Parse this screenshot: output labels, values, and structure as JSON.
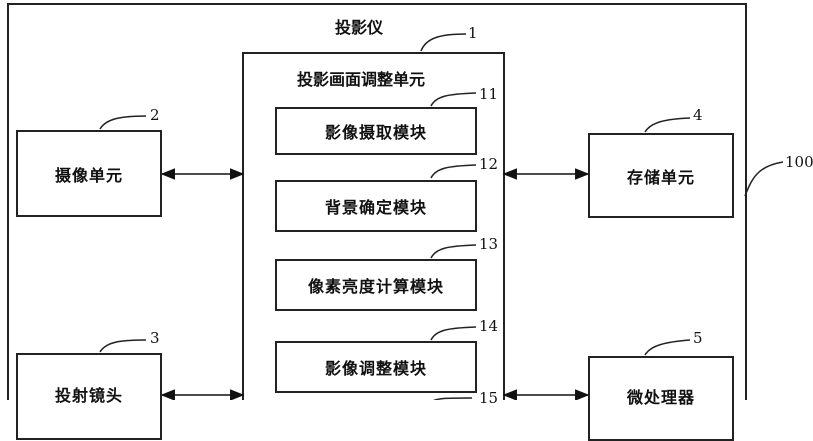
{
  "system": {
    "label": "投影仪",
    "ref": "100"
  },
  "projector": {
    "ref": "1",
    "title": "投影画面调整单元"
  },
  "modules": [
    {
      "ref": "11",
      "label": "影像摄取模块"
    },
    {
      "ref": "12",
      "label": "背景确定模块"
    },
    {
      "ref": "13",
      "label": "像素亮度计算模块"
    },
    {
      "ref": "14",
      "label": "影像调整模块"
    },
    {
      "ref": "15",
      "label": ""
    }
  ],
  "camera": {
    "ref": "2",
    "label": "摄像单元"
  },
  "lens": {
    "ref": "3",
    "label": "投射镜头"
  },
  "storage": {
    "ref": "4",
    "label": "存储单元"
  },
  "processor": {
    "ref": "5",
    "label": "微处理器"
  }
}
